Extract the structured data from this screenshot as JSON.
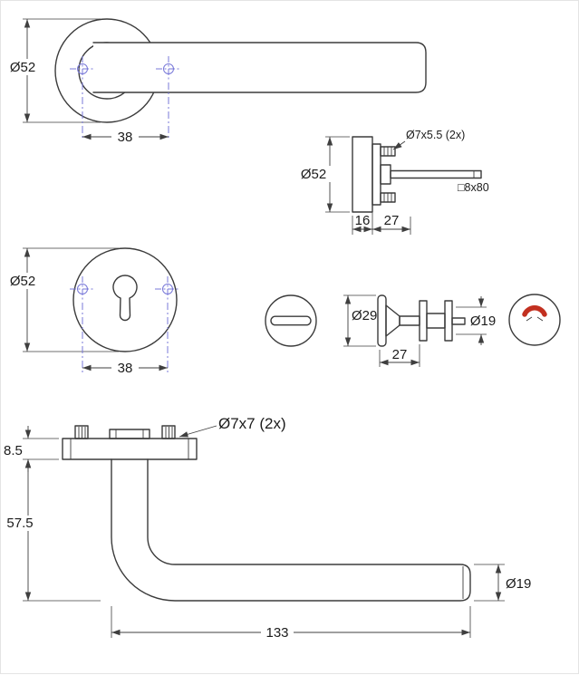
{
  "meta": {
    "title": "Door hardware technical drawing"
  },
  "colors": {
    "line": "#3b3b3b",
    "dim": "#3f3f3f",
    "accent": "#7878d8",
    "red": "#c23020",
    "text": "#1c1c1c",
    "background": "#ffffff"
  },
  "drawing": {
    "front_view": {
      "diameter": "Ø52",
      "screw_spacing": "38"
    },
    "rose_side_view": {
      "diameter": "Ø52",
      "screw_note": "Ø7x5.5 (2x)",
      "spindle_note": "□8x80",
      "rose_width": "16",
      "screw_depth": "27"
    },
    "escutcheon_view": {
      "diameter": "Ø52",
      "screw_spacing": "38"
    },
    "wc_view": {
      "turn_diameter": "Ø29",
      "depth": "27",
      "hub_diameter": "Ø19"
    },
    "lever_side_view": {
      "screw_note": "Ø7x7 (2x)",
      "rose_thickness": "8.5",
      "handle_drop": "57.5",
      "tube_diameter": "Ø19",
      "length": "133"
    }
  }
}
